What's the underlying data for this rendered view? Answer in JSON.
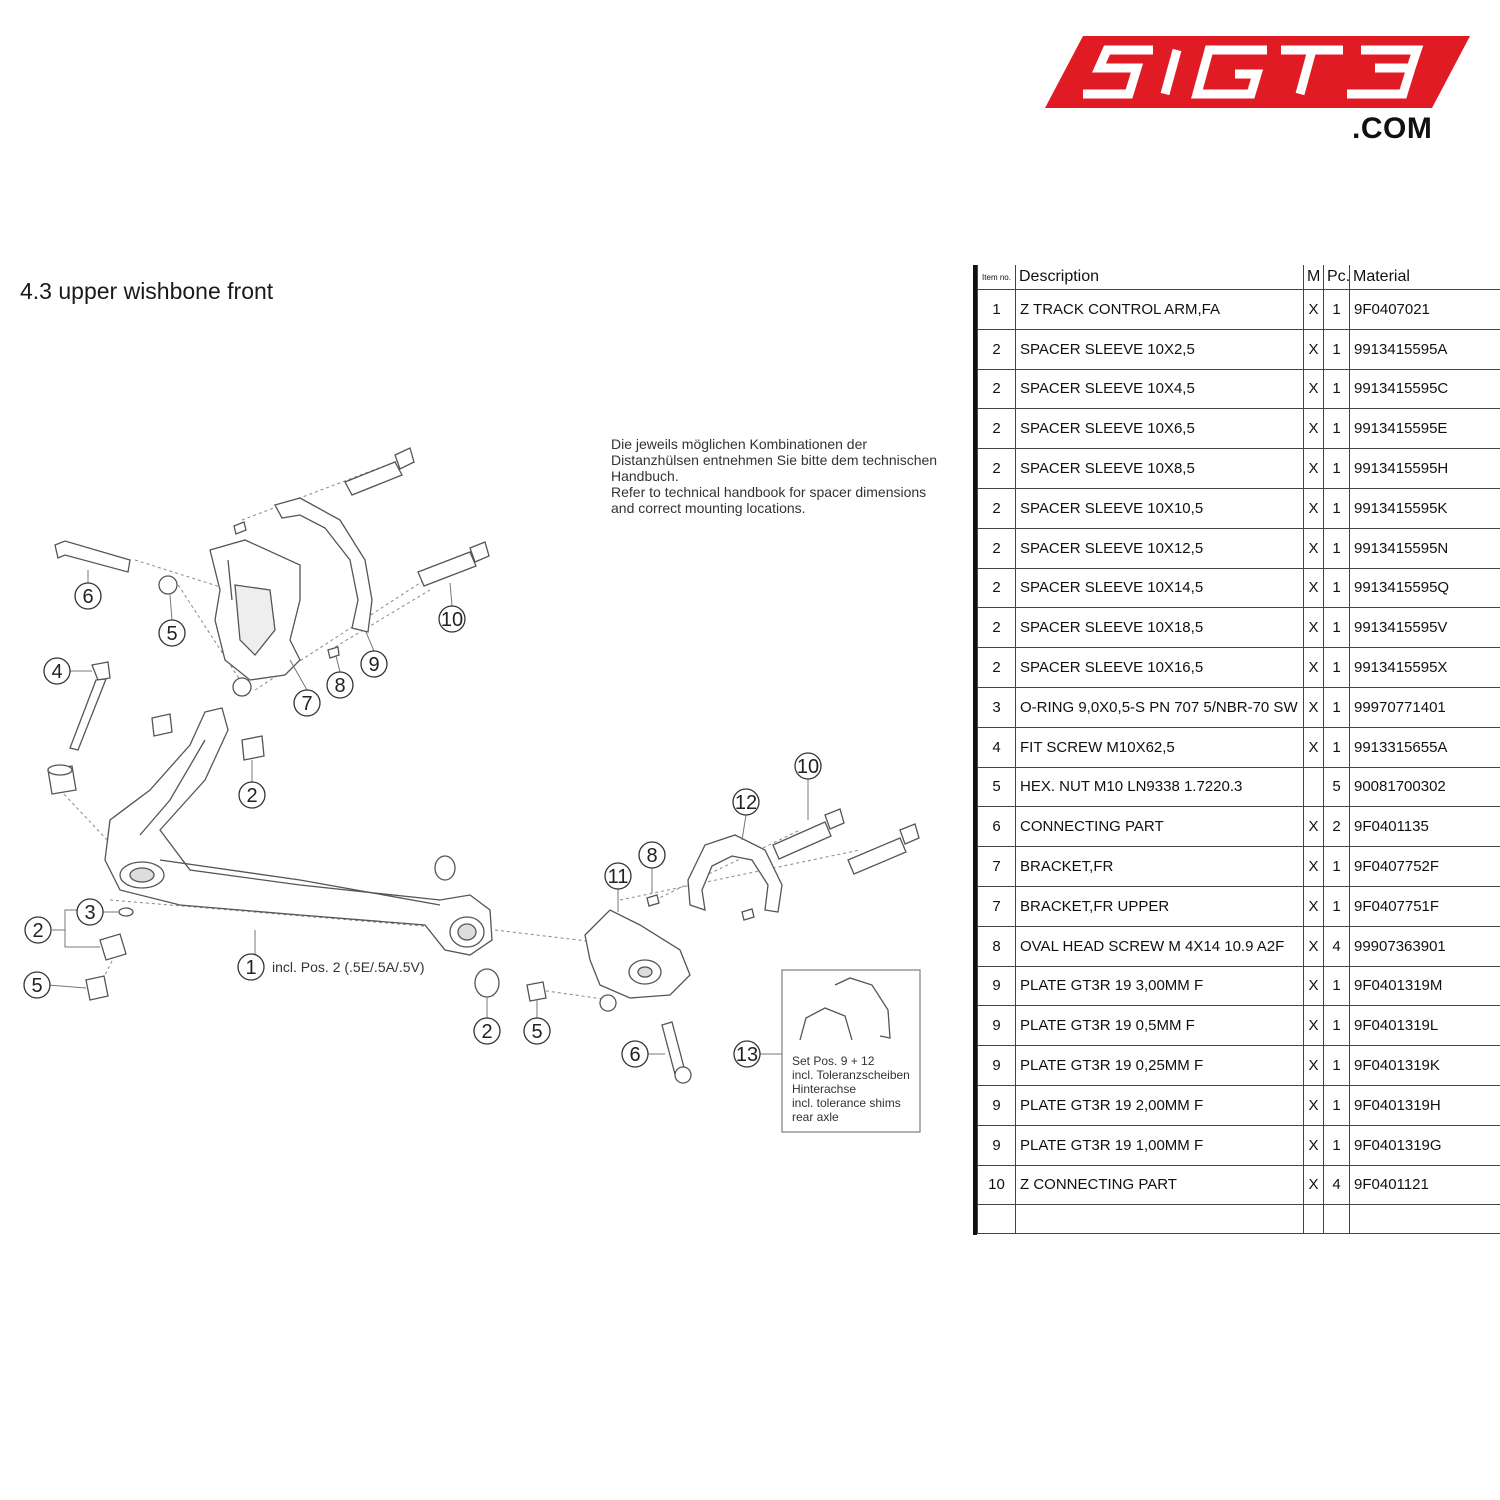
{
  "logo": {
    "text": "51GT3",
    "domain": ".COM",
    "color": "#e01b24"
  },
  "section_title": "4.3  upper wishbone front",
  "note": [
    "Die jeweils möglichen Kombinationen der",
    "Distanzhülsen entnehmen Sie bitte dem technischen",
    "Handbuch.",
    "Refer to technical handbook for spacer dimensions",
    "and correct mounting locations."
  ],
  "diagram": {
    "callouts": [
      "6",
      "5",
      "7",
      "8",
      "9",
      "10",
      "4",
      "2",
      "3",
      "2",
      "5",
      "1",
      "2",
      "5",
      "6",
      "11",
      "8",
      "12",
      "10",
      "13"
    ],
    "label_item1": "incl. Pos. 2 (.5E/.5A/.5V)",
    "inset_note": [
      "Set Pos. 9 + 12",
      "incl. Toleranzscheiben",
      "Hinterachse",
      "incl. tolerance shims",
      "rear axle"
    ]
  },
  "table": {
    "headers": {
      "item": "Item no.",
      "description": "Description",
      "m": "M",
      "pc": "Pc.",
      "material": "Material"
    },
    "rows": [
      {
        "item": "1",
        "description": "Z TRACK CONTROL ARM,FA",
        "m": "X",
        "pc": "1",
        "material": "9F0407021"
      },
      {
        "item": "2",
        "description": "SPACER SLEEVE 10X2,5",
        "m": "X",
        "pc": "1",
        "material": "9913415595A"
      },
      {
        "item": "2",
        "description": "SPACER SLEEVE 10X4,5",
        "m": "X",
        "pc": "1",
        "material": "9913415595C"
      },
      {
        "item": "2",
        "description": "SPACER SLEEVE 10X6,5",
        "m": "X",
        "pc": "1",
        "material": "9913415595E"
      },
      {
        "item": "2",
        "description": "SPACER SLEEVE 10X8,5",
        "m": "X",
        "pc": "1",
        "material": "9913415595H"
      },
      {
        "item": "2",
        "description": "SPACER SLEEVE 10X10,5",
        "m": "X",
        "pc": "1",
        "material": "9913415595K"
      },
      {
        "item": "2",
        "description": "SPACER SLEEVE 10X12,5",
        "m": "X",
        "pc": "1",
        "material": "9913415595N"
      },
      {
        "item": "2",
        "description": "SPACER SLEEVE 10X14,5",
        "m": "X",
        "pc": "1",
        "material": "9913415595Q"
      },
      {
        "item": "2",
        "description": "SPACER SLEEVE 10X18,5",
        "m": "X",
        "pc": "1",
        "material": "9913415595V"
      },
      {
        "item": "2",
        "description": "SPACER SLEEVE 10X16,5",
        "m": "X",
        "pc": "1",
        "material": "9913415595X"
      },
      {
        "item": "3",
        "description": "O-RING 9,0X0,5-S PN 707 5/NBR-70 SW",
        "m": "X",
        "pc": "1",
        "material": "99970771401"
      },
      {
        "item": "4",
        "description": "FIT SCREW M10X62,5",
        "m": "X",
        "pc": "1",
        "material": "9913315655A"
      },
      {
        "item": "5",
        "description": "HEX. NUT M10 LN9338 1.7220.3",
        "m": "",
        "pc": "5",
        "material": "90081700302"
      },
      {
        "item": "6",
        "description": "CONNECTING PART",
        "m": "X",
        "pc": "2",
        "material": "9F0401135"
      },
      {
        "item": "7",
        "description": "BRACKET,FR",
        "m": "X",
        "pc": "1",
        "material": "9F0407752F"
      },
      {
        "item": "7",
        "description": "BRACKET,FR UPPER",
        "m": "X",
        "pc": "1",
        "material": "9F0407751F"
      },
      {
        "item": "8",
        "description": "OVAL HEAD SCREW M 4X14 10.9 A2F",
        "m": "X",
        "pc": "4",
        "material": "99907363901"
      },
      {
        "item": "9",
        "description": "PLATE GT3R 19 3,00MM F",
        "m": "X",
        "pc": "1",
        "material": "9F0401319M"
      },
      {
        "item": "9",
        "description": "PLATE GT3R 19 0,5MM F",
        "m": "X",
        "pc": "1",
        "material": "9F0401319L"
      },
      {
        "item": "9",
        "description": "PLATE GT3R 19 0,25MM F",
        "m": "X",
        "pc": "1",
        "material": "9F0401319K"
      },
      {
        "item": "9",
        "description": "PLATE GT3R 19 2,00MM F",
        "m": "X",
        "pc": "1",
        "material": "9F0401319H"
      },
      {
        "item": "9",
        "description": "PLATE GT3R 19 1,00MM F",
        "m": "X",
        "pc": "1",
        "material": "9F0401319G"
      },
      {
        "item": "10",
        "description": "Z CONNECTING PART",
        "m": "X",
        "pc": "4",
        "material": "9F0401121"
      }
    ]
  }
}
